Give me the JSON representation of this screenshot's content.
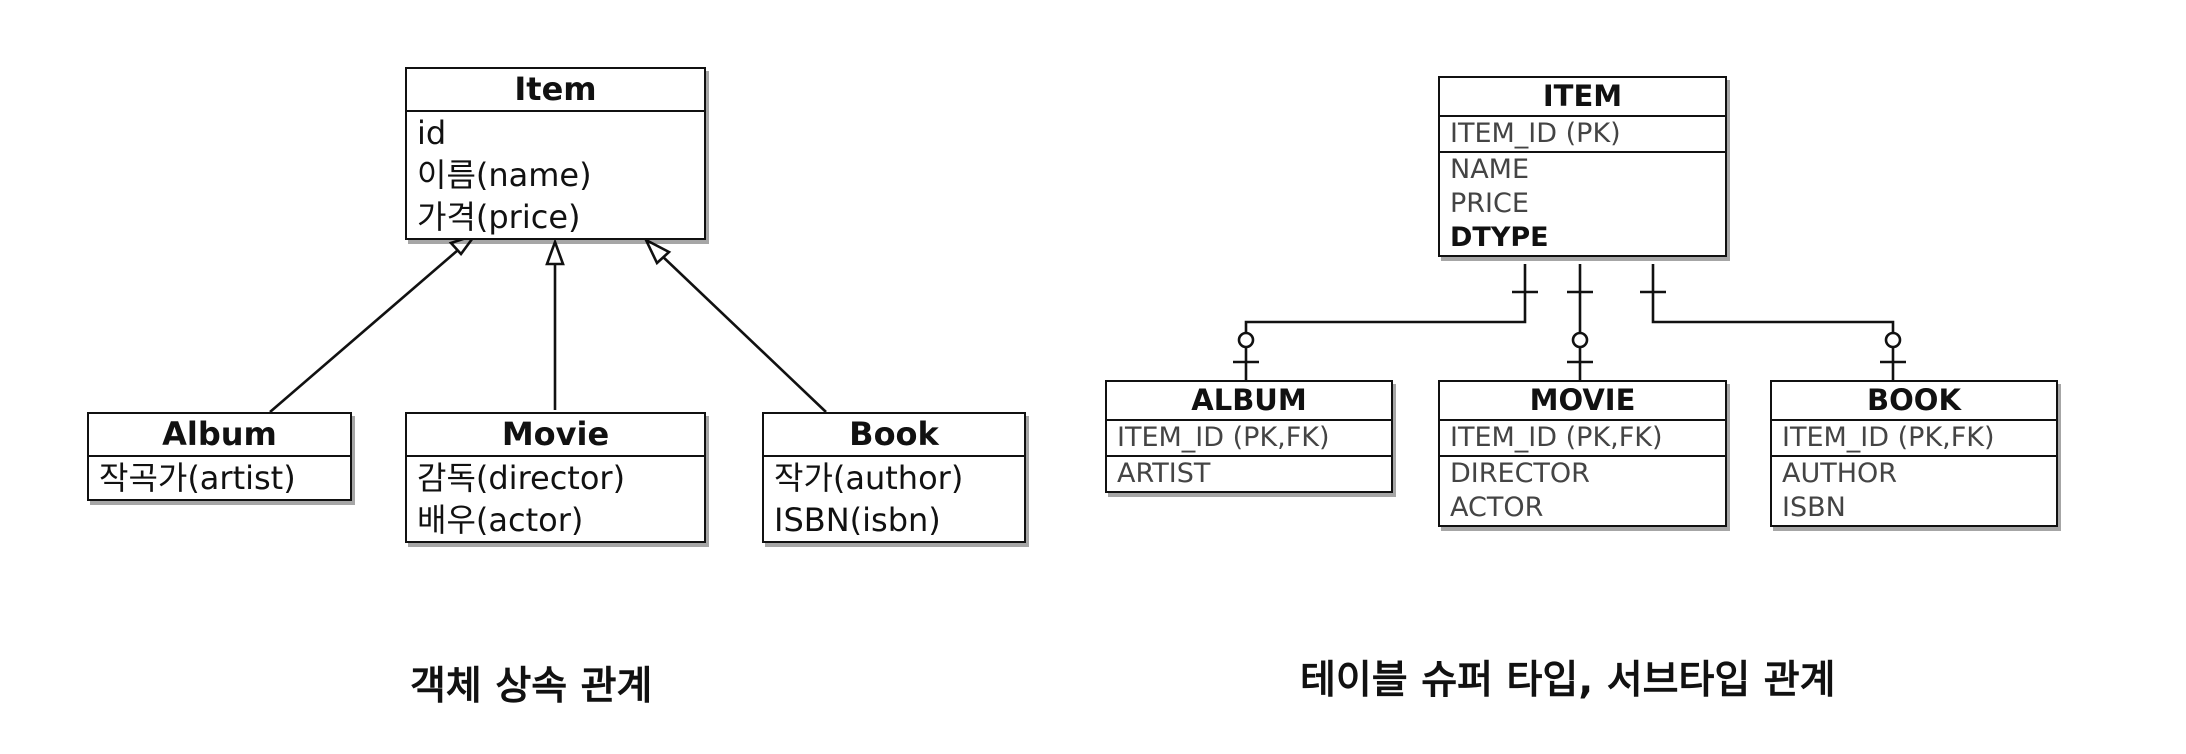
{
  "uml": {
    "item": {
      "title": "Item",
      "attributes": [
        "id",
        "이름(name)",
        "가격(price)"
      ]
    },
    "album": {
      "title": "Album",
      "attributes": [
        "작곡가(artist)"
      ]
    },
    "movie": {
      "title": "Movie",
      "attributes": [
        "감독(director)",
        "배우(actor)"
      ]
    },
    "book": {
      "title": "Book",
      "attributes": [
        "작가(author)",
        "ISBN(isbn)"
      ]
    },
    "caption": "객체 상속 관계"
  },
  "er": {
    "item": {
      "title": "ITEM",
      "key": "ITEM_ID (PK)",
      "columns": [
        "NAME",
        "PRICE",
        "DTYPE"
      ]
    },
    "album": {
      "title": "ALBUM",
      "key": "ITEM_ID (PK,FK)",
      "columns": [
        "ARTIST"
      ]
    },
    "movie": {
      "title": "MOVIE",
      "key": "ITEM_ID (PK,FK)",
      "columns": [
        "DIRECTOR",
        "ACTOR"
      ]
    },
    "book": {
      "title": "BOOK",
      "key": "ITEM_ID (PK,FK)",
      "columns": [
        "AUTHOR",
        "ISBN"
      ]
    },
    "caption": "테이블 슈퍼 타입, 서브타입 관계"
  }
}
